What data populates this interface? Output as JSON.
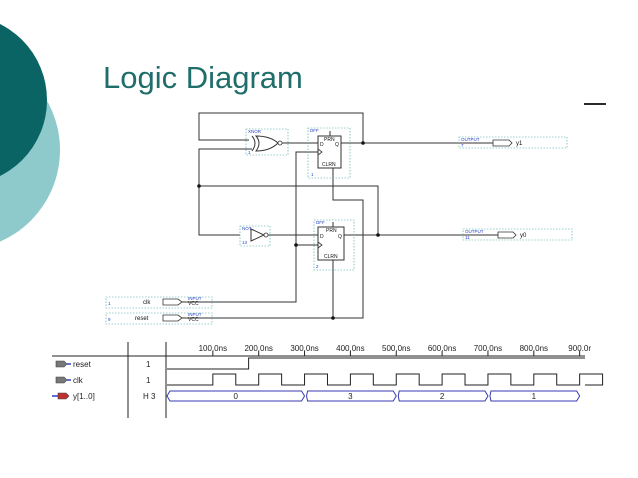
{
  "slide": {
    "title": "Logic Diagram"
  },
  "colors": {
    "title": "#1f6e6a",
    "circle_dark": "#0a6463",
    "circle_light": "#8ec9cb",
    "wire": "#333333",
    "pin": "#2a40c8",
    "bus": "#3a3ab0"
  },
  "schematic": {
    "xnor": {
      "type": "XNOR",
      "id": "1"
    },
    "not": {
      "type": "NOT",
      "id": "13"
    },
    "dff_top": {
      "type": "DFF",
      "pin_prn": "PRN",
      "pin_clrn": "CLRN",
      "pin_d": "D",
      "pin_q": "Q",
      "id": "1"
    },
    "dff_bot": {
      "type": "DFF",
      "pin_prn": "PRN",
      "pin_clrn": "CLRN",
      "pin_d": "D",
      "pin_q": "Q",
      "id": "2"
    },
    "out_y1": {
      "type": "OUTPUT",
      "name": "y1",
      "id": "7"
    },
    "out_y0": {
      "type": "OUTPUT",
      "name": "y0",
      "id": "11"
    },
    "in_clk": {
      "type": "INPUT",
      "vcc": "VCC",
      "name": "clk",
      "id": "1"
    },
    "in_reset": {
      "type": "INPUT",
      "vcc": "VCC",
      "name": "reset",
      "id": "9"
    }
  },
  "waveform": {
    "time_labels": [
      "100.0ns",
      "200.0ns",
      "300.0ns",
      "400.0ns",
      "500.0ns",
      "600.0ns",
      "700.0ns",
      "800.0ns",
      "900.0r"
    ],
    "signals": [
      {
        "name": "reset",
        "value": "1",
        "icon": "input-pin-icon"
      },
      {
        "name": "clk",
        "value": "1",
        "icon": "input-pin-icon"
      },
      {
        "name": "y[1..0]",
        "value": "H 3",
        "icon": "output-bus-icon"
      }
    ],
    "bus_values": [
      "0",
      "3",
      "2",
      "1"
    ]
  }
}
